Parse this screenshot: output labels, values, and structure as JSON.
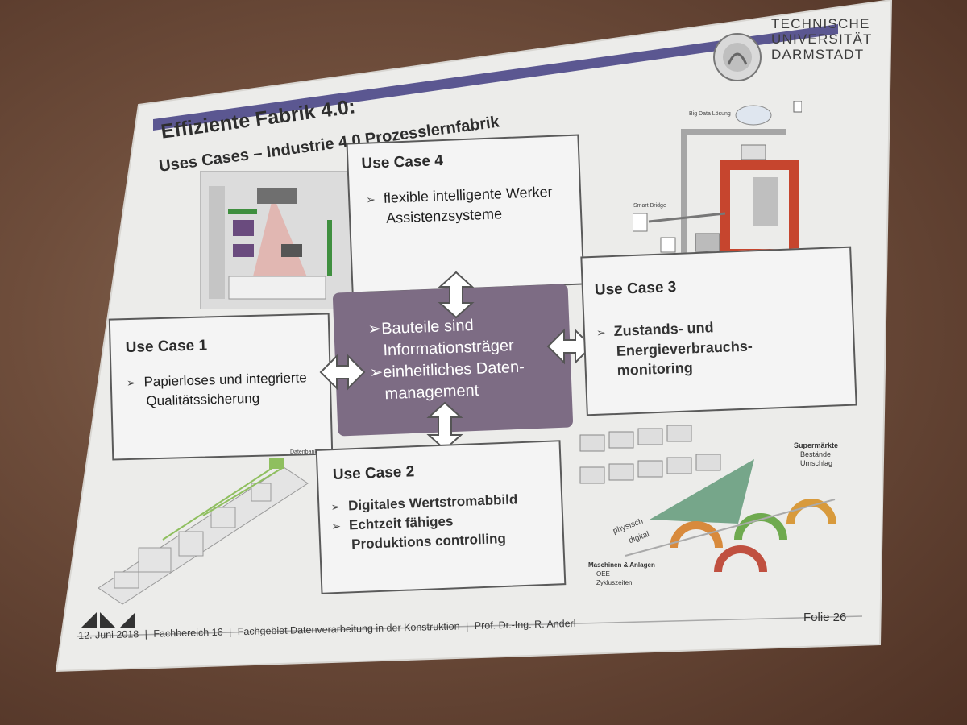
{
  "slide": {
    "title_line1": "Effiziente Fabrik 4.0:",
    "title_line2": "Uses Cases – Industrie 4.0 Prozesslernfabrik",
    "university": [
      "TECHNISCHE",
      "UNIVERSITÄT",
      "DARMSTADT"
    ],
    "center": {
      "line1": "➢Bauteile sind",
      "line2": "Informationsträger",
      "line3": "➢einheitliches Daten-",
      "line4": "management"
    },
    "use_cases": [
      {
        "title": "Use Case 1",
        "bullets": [
          "Papierloses und integrierte",
          "Qualitätssicherung"
        ]
      },
      {
        "title": "Use Case 2",
        "bullets": [
          "Digitales Wertstromabbild",
          "Echtzeit fähiges",
          "Produktions controlling"
        ]
      },
      {
        "title": "Use Case 3",
        "bullets": [
          "Zustands- und",
          "Energieverbrauchs-",
          "monitoring"
        ]
      },
      {
        "title": "Use Case 4",
        "bullets": [
          "flexible intelligente Werker",
          "Assistenzsysteme"
        ]
      }
    ],
    "illustration_labels": {
      "datenbank": "Datenbank",
      "big_data": "Big Data Lösung",
      "smart_bridge": "Smart Bridge",
      "supermaerkte": "Supermärkte",
      "bestaende": "Bestände",
      "umschlag": "Umschlag",
      "maschinen": "Maschinen & Anlagen",
      "oee": "OEE",
      "zykluszeiten": "Zykluszeiten",
      "physisch": "physisch",
      "digital": "digital"
    },
    "footer": {
      "date": "12. Juni 2018",
      "dept": "Fachbereich 16",
      "group": "Fachgebiet Datenverarbeitung in der Konstruktion",
      "prof": "Prof. Dr.-Ing. R. Anderl",
      "sep": "|",
      "page": "Folie 26"
    }
  },
  "colors": {
    "accent_bar": "#5b5791",
    "center_box": "#7d6c84",
    "wall": "#5c3b2b"
  }
}
